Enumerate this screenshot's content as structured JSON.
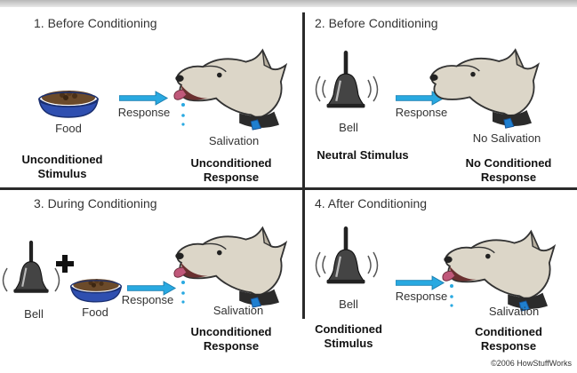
{
  "panels": {
    "p1": {
      "title": "1. Before Conditioning",
      "food_label": "Food",
      "response_label": "Response",
      "salivation_label": "Salivation",
      "left_term_line1": "Unconditioned",
      "left_term_line2": "Stimulus",
      "right_term_line1": "Unconditioned",
      "right_term_line2": "Response"
    },
    "p2": {
      "title": "2. Before Conditioning",
      "bell_label": "Bell",
      "response_label": "Response",
      "salivation_label": "No Salivation",
      "left_term_line1": "Neutral Stimulus",
      "right_term_line1": "No Conditioned",
      "right_term_line2": "Response"
    },
    "p3": {
      "title": "3. During Conditioning",
      "bell_label": "Bell",
      "food_label": "Food",
      "response_label": "Response",
      "salivation_label": "Salivation",
      "right_term_line1": "Unconditioned",
      "right_term_line2": "Response"
    },
    "p4": {
      "title": "4. After Conditioning",
      "bell_label": "Bell",
      "response_label": "Response",
      "salivation_label": "Salivation",
      "left_term_line1": "Conditioned",
      "left_term_line2": "Stimulus",
      "right_term_line1": "Conditioned",
      "right_term_line2": "Response"
    }
  },
  "credit": "©2006 HowStuffWorks",
  "colors": {
    "arrow": "#29a9e1",
    "bowl": "#2f4fb0",
    "dog_fur": "#d8d2c4",
    "collar_tag": "#1f7fd0"
  }
}
